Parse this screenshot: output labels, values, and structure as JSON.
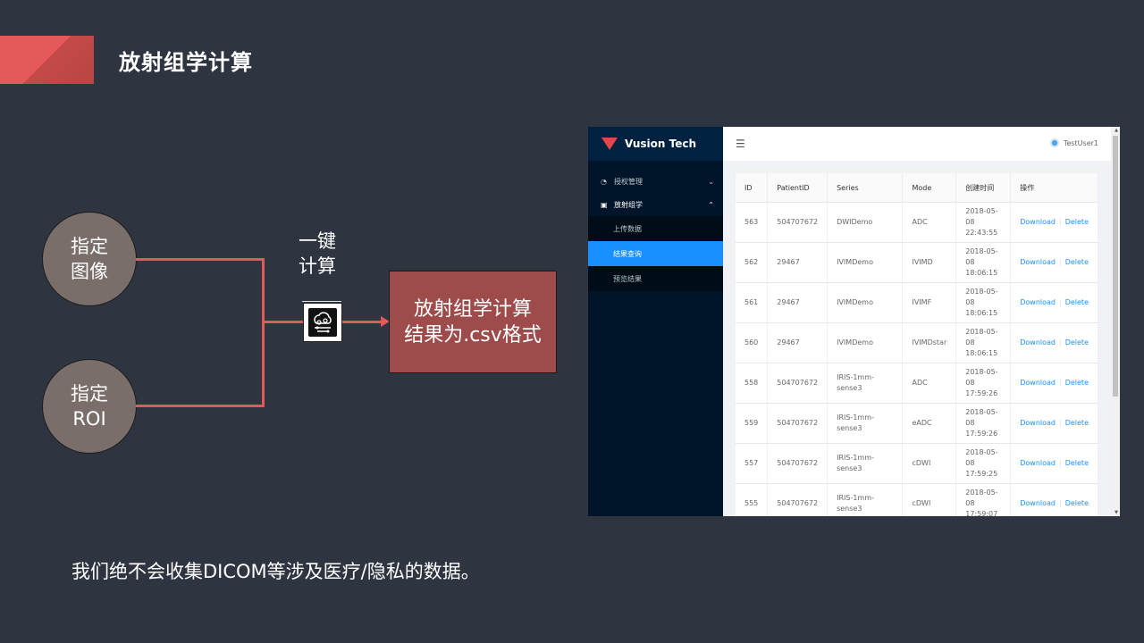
{
  "slide": {
    "title": "放射组学计算",
    "input_image": [
      "指定",
      "图像"
    ],
    "input_roi": [
      "指定",
      "ROI"
    ],
    "one_click": [
      "一键",
      "计算"
    ],
    "result": [
      "放射组学计算",
      "结果为.csv格式"
    ],
    "footer": "我们绝不会收集DICOM等涉及医疗/隐私的数据。"
  },
  "app": {
    "brand": "Vusion Tech",
    "menu": [
      {
        "label": "授权管理",
        "icon": "gauge-icon",
        "open": false
      },
      {
        "label": "放射组学",
        "icon": "clipboard-icon",
        "open": true
      }
    ],
    "submenu": [
      {
        "label": "上传数据",
        "active": false
      },
      {
        "label": "结果查询",
        "active": true
      },
      {
        "label": "预览结果",
        "active": false
      }
    ],
    "user": "TestUser1",
    "columns": [
      "ID",
      "PatientID",
      "Series",
      "Mode",
      "创建时间",
      "操作"
    ],
    "rows": [
      {
        "id": "563",
        "patient": "504707672",
        "series": "DWIDemo",
        "mode": "ADC",
        "time": "2018-05-08 22:43:55"
      },
      {
        "id": "562",
        "patient": "29467",
        "series": "IVIMDemo",
        "mode": "IVIMD",
        "time": "2018-05-08 18:06:15"
      },
      {
        "id": "561",
        "patient": "29467",
        "series": "IVIMDemo",
        "mode": "IVIMF",
        "time": "2018-05-08 18:06:15"
      },
      {
        "id": "560",
        "patient": "29467",
        "series": "IVIMDemo",
        "mode": "IVIMDstar",
        "time": "2018-05-08 18:06:15"
      },
      {
        "id": "558",
        "patient": "504707672",
        "series": "IRIS-1mm-sense3",
        "mode": "ADC",
        "time": "2018-05-08 17:59:26"
      },
      {
        "id": "559",
        "patient": "504707672",
        "series": "IRIS-1mm-sense3",
        "mode": "eADC",
        "time": "2018-05-08 17:59:26"
      },
      {
        "id": "557",
        "patient": "504707672",
        "series": "IRIS-1mm-sense3",
        "mode": "cDWI",
        "time": "2018-05-08 17:59:25"
      },
      {
        "id": "555",
        "patient": "504707672",
        "series": "IRIS-1mm-sense3",
        "mode": "cDWI",
        "time": "2018-05-08 17:59:07"
      }
    ],
    "download_label": "Download",
    "delete_label": "Delete",
    "colors": {
      "sidebar": "#001529",
      "active": "#1890ff",
      "accent": "#e05a5a"
    }
  }
}
